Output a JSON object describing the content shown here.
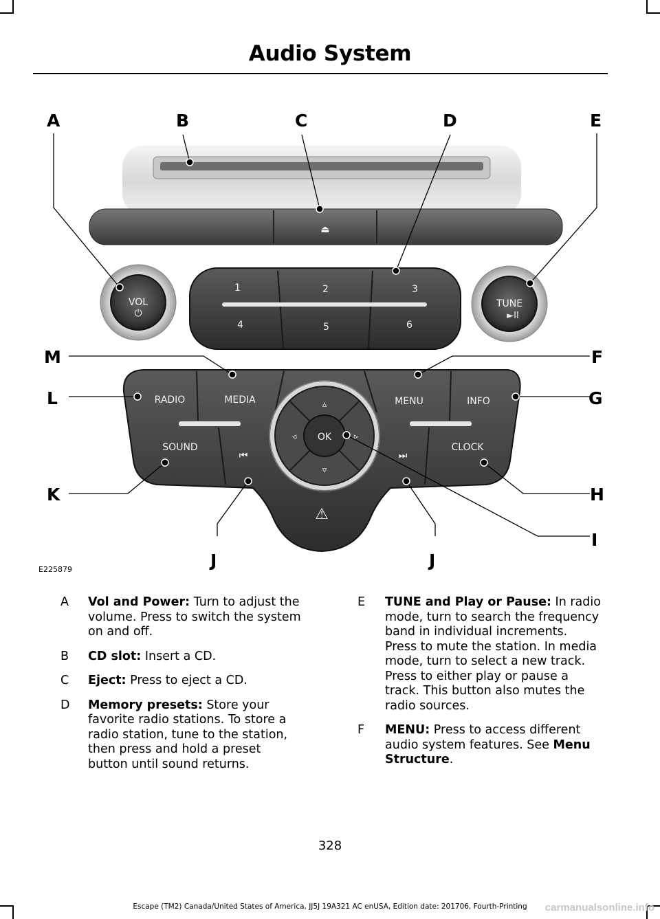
{
  "header": {
    "title": "Audio System"
  },
  "figure": {
    "id": "E225879",
    "callouts": {
      "a": "A",
      "b": "B",
      "c": "C",
      "d": "D",
      "e": "E",
      "f": "F",
      "g": "G",
      "h": "H",
      "i": "I",
      "j": "J",
      "k": "K",
      "l": "L",
      "m": "M"
    },
    "buttons": {
      "vol": "VOL",
      "tune": "TUNE",
      "tune_play": "►II",
      "preset1": "1",
      "preset2": "2",
      "preset3": "3",
      "preset4": "4",
      "preset5": "5",
      "preset6": "6",
      "radio": "RADIO",
      "media": "MEDIA",
      "menu": "MENU",
      "info": "INFO",
      "sound": "SOUND",
      "clock": "CLOCK",
      "ok": "OK",
      "eject": "⏏",
      "seek_back": "⏮",
      "seek_fwd": "⏭",
      "hazard": "⚠"
    }
  },
  "items_left": [
    {
      "letter": "A",
      "term": "Vol and Power:",
      "text": " Turn to adjust the volume. Press to switch the system on and off."
    },
    {
      "letter": "B",
      "term": "CD slot:",
      "text": " Insert a CD."
    },
    {
      "letter": "C",
      "term": "Eject:",
      "text": " Press to eject a CD."
    },
    {
      "letter": "D",
      "term": "Memory presets:",
      "text": " Store your favorite radio stations. To store a radio station, tune to the station, then press and hold a preset button until sound returns."
    }
  ],
  "items_right": [
    {
      "letter": "E",
      "term": "TUNE and Play or Pause:",
      "text": " In radio mode, turn to search the frequency band in individual increments. Press to mute the station. In media mode, turn to select a new track. Press to either play or pause a track. This button also mutes the radio sources."
    },
    {
      "letter": "F",
      "term": "MENU:",
      "text": " Press to access different audio system features. See ",
      "link": "Menu Structure",
      "suffix": "."
    }
  ],
  "footer": {
    "page_number": "328",
    "edition": "Escape (TM2) Canada/United States of America, JJ5J 19A321 AC enUSA, Edition date: 201706, Fourth-Printing",
    "watermark": "carmanualsonline.info"
  }
}
